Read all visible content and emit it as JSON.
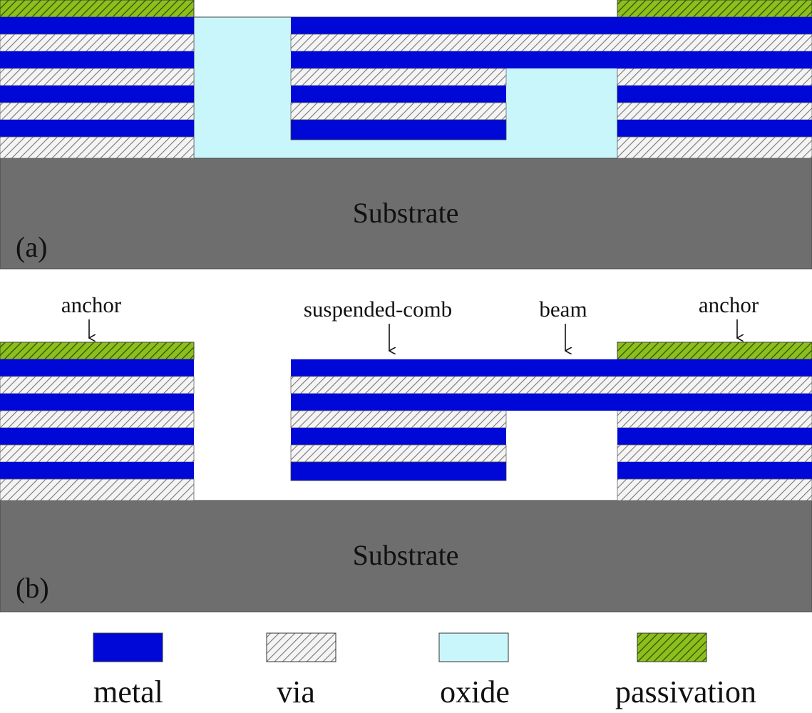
{
  "colors": {
    "metal": "#0008d8",
    "via_bg": "#f4f4f4",
    "via_hatch": "#777777",
    "oxide": "#c9f6fb",
    "passivation_bg": "#8cbf1c",
    "passivation_hatch": "#335200",
    "substrate": "#6e6e6e",
    "outline": "#444444"
  },
  "panel_a": {
    "substrate_label": "Substrate",
    "panel_tag": "(a)"
  },
  "panel_b": {
    "substrate_label": "Substrate",
    "panel_tag": "(b)",
    "annotations": {
      "anchor_left": "anchor",
      "suspended_comb": "suspended-comb",
      "beam": "beam",
      "anchor_right": "anchor"
    }
  },
  "legend": {
    "metal": "metal",
    "via": "via",
    "oxide": "oxide",
    "passivation": "passivation"
  }
}
